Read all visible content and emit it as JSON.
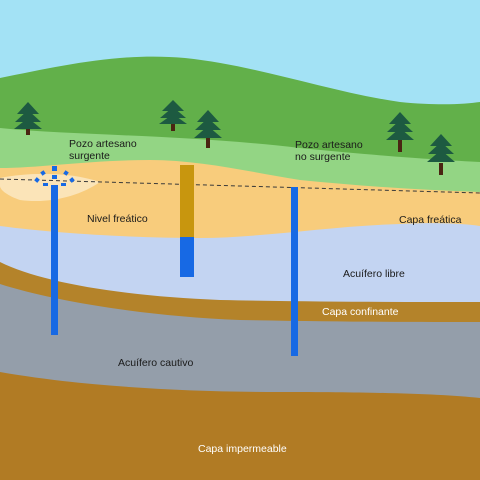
{
  "labels": {
    "artesian_flowing_well": [
      "Pozo artesano",
      "surgente"
    ],
    "artesian_non_flowing_well": [
      "Pozo artesano",
      "no surgente"
    ],
    "water_table_level": "Nivel freático",
    "water_table_layer": "Capa freática",
    "unconfined_aquifer": "Acuífero libre",
    "confining_layer": "Capa confinante",
    "confined_aquifer": "Acuífero cautivo",
    "impermeable_layer": "Capa impermeable"
  },
  "colors": {
    "sky": "#a3e2f5",
    "hill_back": "#62b04a",
    "hill_front": "#93d584",
    "water_table_zone": "#f8cc7c",
    "spring_glow": "#fbe4b8",
    "unconfined_aquifer": "#c3d4f2",
    "confining_layer": "#b4832a",
    "confined_aquifer": "#949eaa",
    "impermeable_layer": "#b17b24",
    "well_water": "#1769e4",
    "well_dry": "#c8960e",
    "tree_crown": "#1d5a41",
    "tree_trunk": "#4a2412",
    "dashed_line": "#3a3a3a"
  },
  "icons": {
    "tree": "pine-tree-icon",
    "fountain": "water-spray-icon"
  }
}
